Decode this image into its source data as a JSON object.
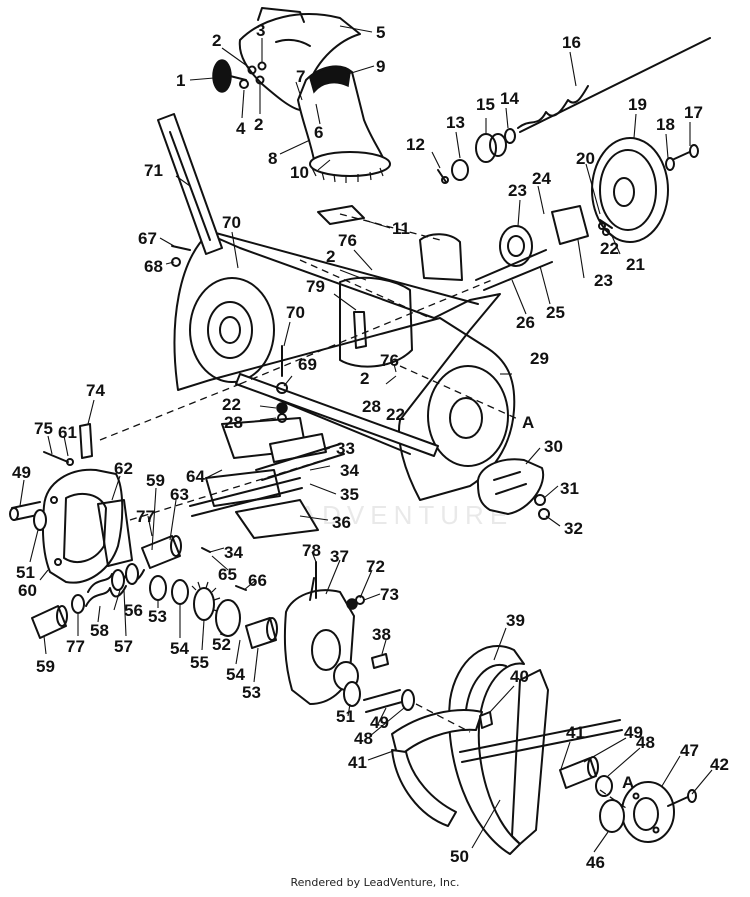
{
  "diagram": {
    "watermark": "LEADVENTURE",
    "footer": "Rendered by LeadVenture, Inc.",
    "callouts": [
      {
        "id": "c1",
        "text": "1"
      },
      {
        "id": "c2a",
        "text": "2"
      },
      {
        "id": "c3",
        "text": "3"
      },
      {
        "id": "c4",
        "text": "4"
      },
      {
        "id": "c2b",
        "text": "2"
      },
      {
        "id": "c5",
        "text": "5"
      },
      {
        "id": "c7",
        "text": "7"
      },
      {
        "id": "c9",
        "text": "9"
      },
      {
        "id": "c6",
        "text": "6"
      },
      {
        "id": "c8",
        "text": "8"
      },
      {
        "id": "c10",
        "text": "10"
      },
      {
        "id": "c11",
        "text": "11"
      },
      {
        "id": "c12",
        "text": "12"
      },
      {
        "id": "c13",
        "text": "13"
      },
      {
        "id": "c15",
        "text": "15"
      },
      {
        "id": "c14",
        "text": "14"
      },
      {
        "id": "c16",
        "text": "16"
      },
      {
        "id": "c17",
        "text": "17"
      },
      {
        "id": "c18",
        "text": "18"
      },
      {
        "id": "c19",
        "text": "19"
      },
      {
        "id": "c20",
        "text": "20"
      },
      {
        "id": "c24",
        "text": "24"
      },
      {
        "id": "c23a",
        "text": "23"
      },
      {
        "id": "c22a",
        "text": "22"
      },
      {
        "id": "c21",
        "text": "21"
      },
      {
        "id": "c23b",
        "text": "23"
      },
      {
        "id": "c25",
        "text": "25"
      },
      {
        "id": "c26",
        "text": "26"
      },
      {
        "id": "c71",
        "text": "71"
      },
      {
        "id": "c70a",
        "text": "70"
      },
      {
        "id": "c67",
        "text": "67"
      },
      {
        "id": "c68",
        "text": "68"
      },
      {
        "id": "c76a",
        "text": "76"
      },
      {
        "id": "c2c",
        "text": "2"
      },
      {
        "id": "c79",
        "text": "79"
      },
      {
        "id": "c70b",
        "text": "70"
      },
      {
        "id": "c69",
        "text": "69"
      },
      {
        "id": "c76b",
        "text": "76"
      },
      {
        "id": "c2d",
        "text": "2"
      },
      {
        "id": "c28a",
        "text": "28"
      },
      {
        "id": "c22b",
        "text": "22"
      },
      {
        "id": "c29",
        "text": "29"
      },
      {
        "id": "cA1",
        "text": "A"
      },
      {
        "id": "c22c",
        "text": "22"
      },
      {
        "id": "c28b",
        "text": "28"
      },
      {
        "id": "c74",
        "text": "74"
      },
      {
        "id": "c75",
        "text": "75"
      },
      {
        "id": "c61",
        "text": "61"
      },
      {
        "id": "c49a",
        "text": "49"
      },
      {
        "id": "c62",
        "text": "62"
      },
      {
        "id": "c59a",
        "text": "59"
      },
      {
        "id": "c63",
        "text": "63"
      },
      {
        "id": "c64",
        "text": "64"
      },
      {
        "id": "c33",
        "text": "33"
      },
      {
        "id": "c34a",
        "text": "34"
      },
      {
        "id": "c35",
        "text": "35"
      },
      {
        "id": "c30",
        "text": "30"
      },
      {
        "id": "c31",
        "text": "31"
      },
      {
        "id": "c32",
        "text": "32"
      },
      {
        "id": "c36",
        "text": "36"
      },
      {
        "id": "c77a",
        "text": "77"
      },
      {
        "id": "c51a",
        "text": "51"
      },
      {
        "id": "c60",
        "text": "60"
      },
      {
        "id": "c34b",
        "text": "34"
      },
      {
        "id": "c65",
        "text": "65"
      },
      {
        "id": "c66",
        "text": "66"
      },
      {
        "id": "c78",
        "text": "78"
      },
      {
        "id": "c37",
        "text": "37"
      },
      {
        "id": "c72",
        "text": "72"
      },
      {
        "id": "c73",
        "text": "73"
      },
      {
        "id": "c58",
        "text": "58"
      },
      {
        "id": "c56",
        "text": "56"
      },
      {
        "id": "c77b",
        "text": "77"
      },
      {
        "id": "c57",
        "text": "57"
      },
      {
        "id": "c53a",
        "text": "53"
      },
      {
        "id": "c54a",
        "text": "54"
      },
      {
        "id": "c55",
        "text": "55"
      },
      {
        "id": "c52",
        "text": "52"
      },
      {
        "id": "c54b",
        "text": "54"
      },
      {
        "id": "c53b",
        "text": "53"
      },
      {
        "id": "c59b",
        "text": "59"
      },
      {
        "id": "c39",
        "text": "39"
      },
      {
        "id": "c38",
        "text": "38"
      },
      {
        "id": "c40",
        "text": "40"
      },
      {
        "id": "c51b",
        "text": "51"
      },
      {
        "id": "c49b",
        "text": "49"
      },
      {
        "id": "c48a",
        "text": "48"
      },
      {
        "id": "c41a",
        "text": "41"
      },
      {
        "id": "c41b",
        "text": "41"
      },
      {
        "id": "c49c",
        "text": "49"
      },
      {
        "id": "c48b",
        "text": "48"
      },
      {
        "id": "cA2",
        "text": "A"
      },
      {
        "id": "c47",
        "text": "47"
      },
      {
        "id": "c42",
        "text": "42"
      },
      {
        "id": "c50",
        "text": "50"
      },
      {
        "id": "c46",
        "text": "46"
      }
    ]
  }
}
